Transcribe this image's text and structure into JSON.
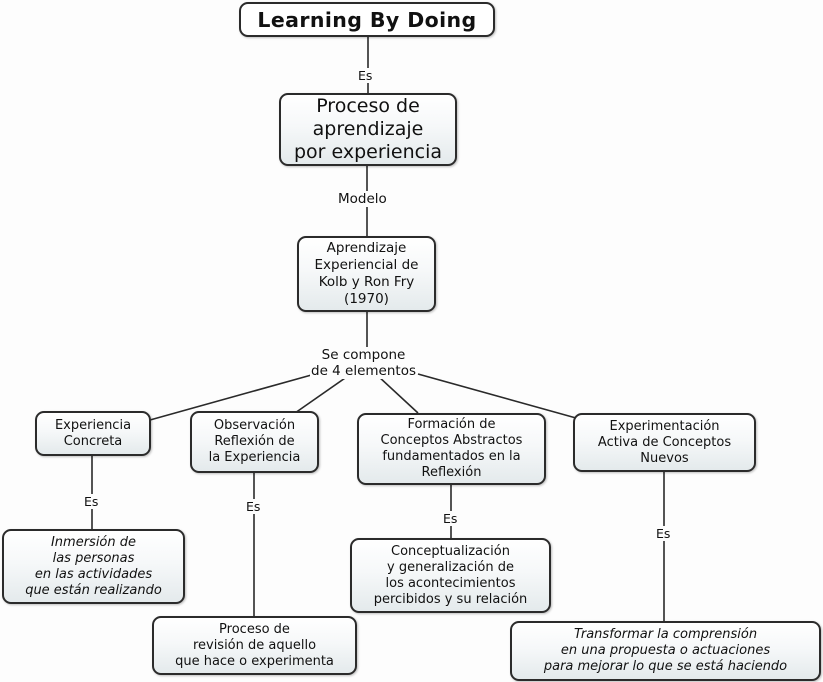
{
  "title": "Learning By Doing",
  "nodes": {
    "root": "Learning By Doing",
    "process": "Proceso de\naprendizaje\npor experiencia",
    "kolb": "Aprendizaje\nExperiencial de\nKolb y Ron Fry\n(1970)",
    "elements": [
      {
        "label": "Experiencia\nConcreta",
        "detail": "Inmersión de\nlas personas\nen las actividades\nque están realizando",
        "detail_italic": true
      },
      {
        "label": "Observación\nReflexión de\nla Experiencia",
        "detail": "Proceso de\nrevisión de aquello\nque hace o experimenta",
        "detail_italic": false
      },
      {
        "label": "Formación de\nConceptos Abstractos\nfundamentados en la\nReflexión",
        "detail": "Conceptualización\ny generalización de\nlos acontecimientos\npercibidos y su relación",
        "detail_italic": false
      },
      {
        "label": "Experimentación\nActiva de Conceptos\nNuevos",
        "detail": "Transformar la comprensión\nen una propuesta o actuaciones\npara mejorar lo que se está haciendo",
        "detail_italic": true
      }
    ]
  },
  "link_labels": {
    "root_to_process": "Es",
    "process_to_kolb": "Modelo",
    "kolb_to_elements": "Se compone\nde 4 elementos",
    "element_to_detail": [
      "Es",
      "Es",
      "Es",
      "Es"
    ]
  }
}
